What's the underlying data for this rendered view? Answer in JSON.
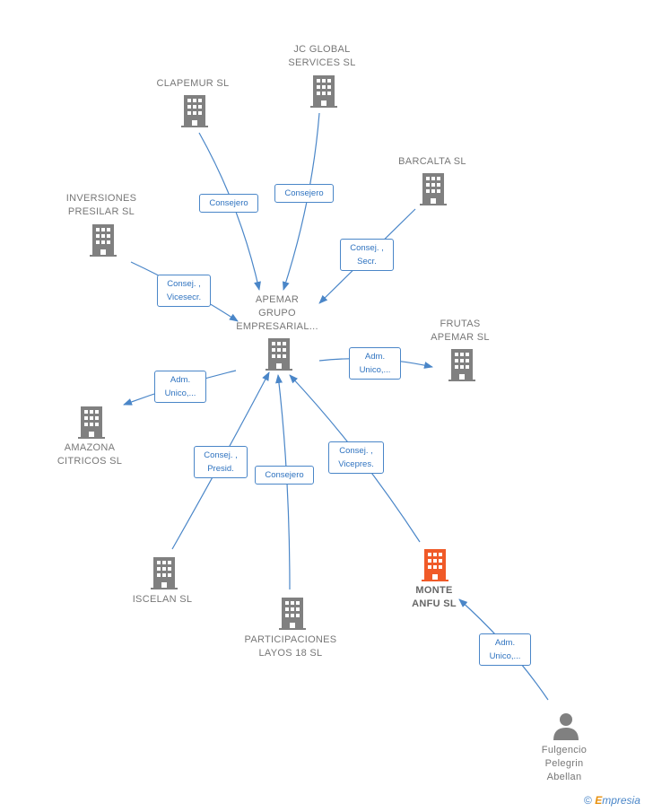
{
  "colors": {
    "edge": "#4a86c8",
    "building": "#808080",
    "building_focus": "#f05a28",
    "person": "#808080"
  },
  "nodes": {
    "jc_global": {
      "label": "JC GLOBAL\nSERVICES  SL"
    },
    "clapemur": {
      "label": "CLAPEMUR  SL"
    },
    "barcalta": {
      "label": "BARCALTA  SL"
    },
    "inversiones": {
      "label": "INVERSIONES\nPRESILAR  SL"
    },
    "apemar": {
      "label": "APEMAR\nGRUPO\nEMPRESARIAL..."
    },
    "frutas": {
      "label": "FRUTAS\nAPEMAR SL"
    },
    "amazona": {
      "label": "AMAZONA\nCITRICOS  SL"
    },
    "iscelan": {
      "label": "ISCELAN  SL"
    },
    "participaciones": {
      "label": "PARTICIPACIONES\nLAYOS 18  SL"
    },
    "monte": {
      "label": "MONTE\nANFU  SL"
    },
    "fulgencio": {
      "label": "Fulgencio\nPelegrin\nAbellan"
    }
  },
  "edges": {
    "e1": {
      "label": "Consejero"
    },
    "e2": {
      "label": "Consejero"
    },
    "e3": {
      "label": "Consej. ,\nSecr."
    },
    "e4": {
      "label": "Consej. ,\nVicesecr."
    },
    "e5": {
      "label": "Adm.\nUnico,..."
    },
    "e6": {
      "label": "Adm.\nUnico,..."
    },
    "e7": {
      "label": "Consej. ,\nPresid."
    },
    "e8": {
      "label": "Consejero"
    },
    "e9": {
      "label": "Consej. ,\nVicepres."
    },
    "e10": {
      "label": "Adm.\nUnico,..."
    }
  },
  "brand": {
    "copyright": "©",
    "e": "E",
    "rest": "mpresia"
  }
}
